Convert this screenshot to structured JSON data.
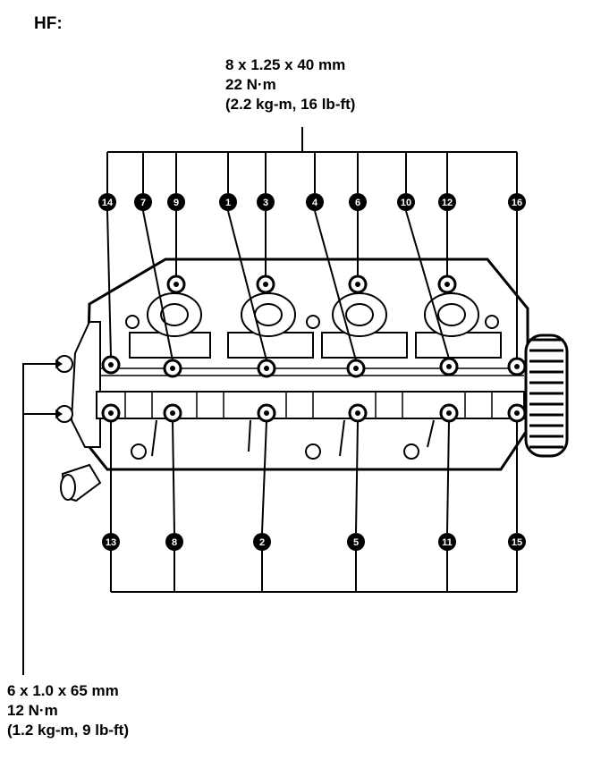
{
  "title": "HF:",
  "top_spec": {
    "size": "8 x 1.25 x 40 mm",
    "torque_nm": "22 N·m",
    "torque_alt": "(2.2 kg-m, 16 lb-ft)"
  },
  "bottom_spec": {
    "size": "6 x 1.0 x 65 mm",
    "torque_nm": "12 N·m",
    "torque_alt": "(1.2 kg-m, 9 lb-ft)"
  },
  "bolt_sequence": {
    "top_row": [
      "14",
      "7",
      "9",
      "1",
      "3",
      "4",
      "6",
      "10",
      "12",
      "16"
    ],
    "bottom_row": [
      "13",
      "8",
      "2",
      "5",
      "11",
      "15"
    ]
  },
  "colors": {
    "ink": "#000000",
    "paper": "#ffffff"
  }
}
